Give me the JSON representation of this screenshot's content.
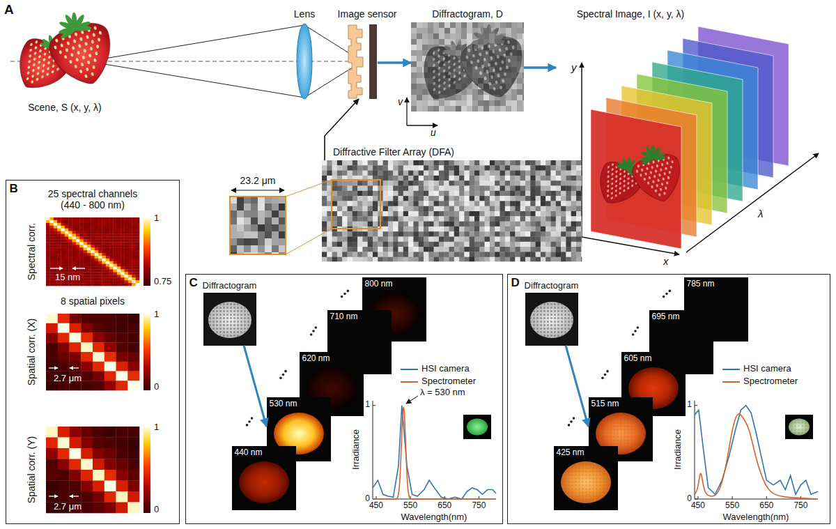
{
  "diagram": {
    "nodes": [
      {
        "text": [
          "Scene, S (x, y, λ)"
        ]
      },
      {
        "text": [
          "Lens"
        ]
      },
      {
        "text": [
          "Image sensor"
        ]
      },
      {
        "text": [
          "Diffractogram, D"
        ]
      },
      {
        "text": [
          "Spectral Image, I (x, y, λ)"
        ]
      },
      {
        "text": [
          "23.2 μm"
        ]
      },
      {
        "text": [
          "Diffractive Filter Array (DFA)"
        ]
      },
      {
        "text": [
          "B"
        ]
      },
      {
        "text": [
          "C"
        ]
      },
      {
        "text": [
          "Diffractogram"
        ],
        "in": 8
      },
      {
        "text": [
          "800 nm"
        ],
        "in": 8
      },
      {
        "text": [
          "710 nm"
        ],
        "in": 8
      },
      {
        "text": [
          "620 nm"
        ],
        "in": 8
      },
      {
        "text": [
          "530 nm"
        ],
        "in": 8
      },
      {
        "text": [
          "440 nm"
        ],
        "in": 8
      },
      {
        "text": [
          "D"
        ]
      },
      {
        "text": [
          "Diffractogram"
        ],
        "in": 15
      },
      {
        "text": [
          "785 nm"
        ],
        "in": 15
      },
      {
        "text": [
          "695 nm"
        ],
        "in": 15
      },
      {
        "text": [
          "605 nm"
        ],
        "in": 15
      },
      {
        "text": [
          "515 nm"
        ],
        "in": 15
      },
      {
        "text": [
          "425 nm"
        ],
        "in": 15
      }
    ],
    "edges": [
      {
        "from": 2,
        "to": 3,
        "arrow": "to"
      },
      {
        "from": 3,
        "to": 4,
        "arrow": "to"
      },
      {
        "from": 6,
        "to": 2,
        "arrow": "to"
      },
      {
        "from": 9,
        "to": 13,
        "arrow": "to"
      },
      {
        "from": 16,
        "to": 20,
        "arrow": "to"
      }
    ],
    "labels": [
      "A",
      "u",
      "v",
      "y",
      "x",
      "λ",
      "25 spectral channels (440 - 800 nm)",
      "Spectral corr.",
      "15 nm",
      "1",
      "0.75",
      "8 spatial pixels",
      "Spatial corr. (X)",
      "2.7 μm",
      "1",
      "0",
      "Spatial corr. (Y)",
      "2.7 μm",
      "1",
      "0",
      "λ = 530 nm",
      "Irradiance",
      "Wavelength(nm)",
      "0",
      "1",
      "450",
      "550",
      "650",
      "750",
      "Irradiance",
      "Wavelength(nm)",
      "0",
      "1",
      "450",
      "550",
      "650",
      "750"
    ],
    "legend": [
      {
        "text": "HSI camera",
        "color": "#2f75b5"
      },
      {
        "text": "Spectrometer",
        "color": "#d9622b"
      },
      {
        "text": "HSI camera",
        "color": "#2f75b5"
      },
      {
        "text": "Spectrometer",
        "color": "#d9622b"
      }
    ]
  }
}
